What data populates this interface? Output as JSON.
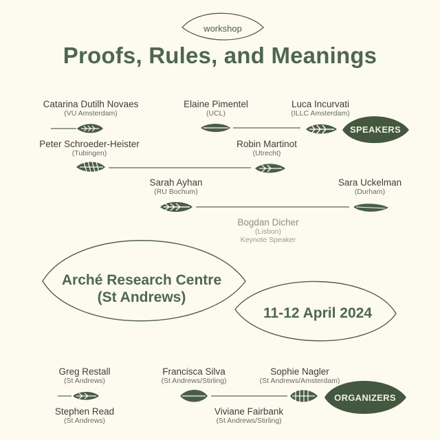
{
  "header": {
    "badge": "workshop",
    "title": "Proofs, Rules, and Meanings"
  },
  "speakers": {
    "label": "SPEAKERS",
    "people": [
      {
        "name": "Catarina Dutilh Novaes",
        "affiliation": "(VU Amsterdam)"
      },
      {
        "name": "Elaine Pimentel",
        "affiliation": "(UCL)"
      },
      {
        "name": "Luca Incurvati",
        "affiliation": "(ILLC Amsterdam)"
      },
      {
        "name": "Peter Schroeder-Heister",
        "affiliation": "(Tubingen)"
      },
      {
        "name": "Robin Martinot",
        "affiliation": "(Utrecht)"
      },
      {
        "name": "Sarah Ayhan",
        "affiliation": "(RU Bochum)"
      },
      {
        "name": "Sara Uckelman",
        "affiliation": "(Durham)"
      }
    ],
    "keynote": {
      "name": "Bogdan Dicher",
      "affiliation": "(Lisbon)",
      "role": "Keynote Speaker"
    }
  },
  "venue": {
    "line1": "Arché Research Centre",
    "line2": "(St Andrews)"
  },
  "date": "11-12 April 2024",
  "organizers": {
    "label": "ORGANIZERS",
    "people": [
      {
        "name": "Greg Restall",
        "affiliation": "(St Andrews)"
      },
      {
        "name": "Francisca Silva",
        "affiliation": "(St Andrews/Stirling)"
      },
      {
        "name": "Sophie Nagler",
        "affiliation": "(St Andrews/Amsterdam)"
      },
      {
        "name": "Stephen Read",
        "affiliation": "(St Andrews)"
      },
      {
        "name": "Viviane Fairbank",
        "affiliation": "(St Andrews/Stirling)"
      }
    ]
  },
  "colors": {
    "background": "#fdfbef",
    "leaf": "#4a5e47",
    "title": "#4f6650",
    "line": "#5a6656"
  }
}
